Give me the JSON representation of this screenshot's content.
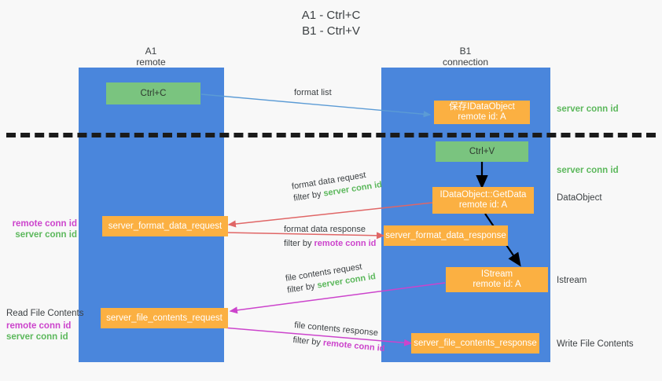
{
  "title": {
    "line1": "A1 - Ctrl+C",
    "line2": "B1 - Ctrl+V"
  },
  "lanes": [
    {
      "name": "A1",
      "subtitle": "remote",
      "color": "#4a86dc"
    },
    {
      "name": "B1",
      "subtitle": "connection",
      "color": "#4a86dc"
    }
  ],
  "colors": {
    "lane_blue": "#4a86dc",
    "node_orange": "#fbb042",
    "node_green": "#7ac47f",
    "server_conn_green": "#5cb85c",
    "remote_conn_magenta": "#cc44cc",
    "arrow_blue": "#5b9bd5",
    "arrow_red": "#e06666",
    "arrow_magenta": "#cc44cc",
    "arrow_black": "#000000",
    "dashed_line": "#1b1b1b"
  },
  "nodes": {
    "ctrl_c": {
      "label": "Ctrl+C"
    },
    "save_idataobject": {
      "line1": "保存IDataObject",
      "line2": "remote id: A"
    },
    "ctrl_v": {
      "label": "Ctrl+V"
    },
    "getdata": {
      "line1": "IDataObject::GetData",
      "line2": "remote id: A"
    },
    "format_data_request": {
      "label": "server_format_data_request"
    },
    "format_data_response": {
      "label": "server_format_data_response"
    },
    "istream": {
      "line1": "IStream",
      "line2": "remote id: A"
    },
    "file_contents_request": {
      "label": "server_file_contents_request"
    },
    "file_contents_response": {
      "label": "server_file_contents_response"
    }
  },
  "right_annotations": [
    {
      "text": "server conn id",
      "style": "green"
    },
    {
      "text": "server conn id",
      "style": "green"
    },
    {
      "text": "DataObject",
      "style": "plain"
    },
    {
      "text": "Istream",
      "style": "plain"
    },
    {
      "text": "Write File Contents",
      "style": "plain"
    }
  ],
  "left_annotations": {
    "group1": {
      "remote": "remote conn id",
      "server": "server conn id"
    },
    "read_file_contents": "Read File Contents",
    "group2": {
      "remote": "remote conn id",
      "server": "server conn id"
    }
  },
  "edge_labels": {
    "format_list": "format list",
    "format_data_request": {
      "title": "format data request",
      "filter_prefix": "filter by",
      "filter_value": "server conn id"
    },
    "format_data_response": {
      "title": "format data response",
      "filter_prefix": "filter by",
      "filter_value": "remote conn id"
    },
    "file_contents_request": {
      "title": "file contents request",
      "filter_prefix": "filter by",
      "filter_value": "server conn id"
    },
    "file_contents_response": {
      "title": "file contents response",
      "filter_prefix": "filter by",
      "filter_value": "remote conn id"
    }
  }
}
